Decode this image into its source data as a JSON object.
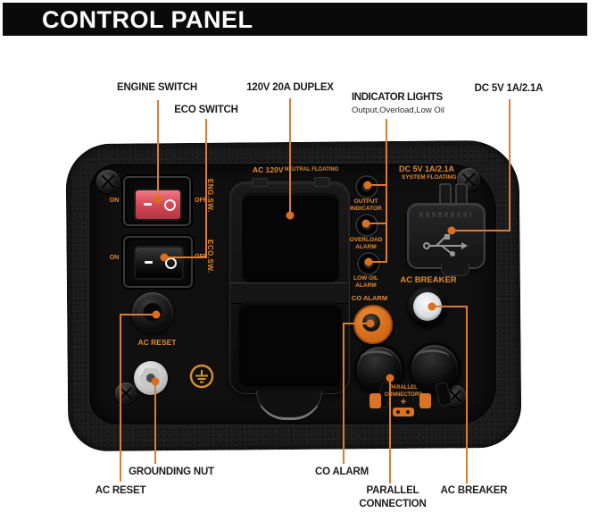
{
  "title": "CONTROL PANEL",
  "colors": {
    "accent_line": "#DC7B32",
    "accent_dot": "#DB6E20",
    "panel_print": "#E3892F",
    "label_text": "#1c1c1c",
    "engine_switch_red": "#D84A58",
    "breaker_button_white": "#EDEFF2",
    "co_ring_orange": "#D8731F",
    "panel_black": "#101010"
  },
  "callouts": {
    "engine_switch": "ENGINE SWITCH",
    "eco_switch": "ECO SWITCH",
    "duplex": "120V 20A DUPLEX",
    "indicator_lights": "INDICATOR LIGHTS",
    "indicator_lights_sub": "Output,Overload,Low Oil",
    "dc": "DC 5V 1A/2.1A",
    "ac_reset": "AC RESET",
    "grounding_nut": "GROUNDING NUT",
    "co_alarm": "CO ALARM",
    "parallel_line1": "PARALLEL",
    "parallel_line2": "CONNECTION",
    "ac_breaker": "AC BREAKER"
  },
  "panel": {
    "ac_bold": "AC 120V",
    "ac_small": "NEUTRAL FLOATING",
    "dc_bold": "DC 5V 1A/2.1A",
    "dc_small": "SYSTEM FLOATING",
    "on_label": "ON",
    "off_label": "OFF",
    "eng_sw": "ENG.SW.",
    "eco_sw": "ECO.SW.",
    "ac_reset": "AC RESET",
    "indicators": [
      {
        "line1": "OUTPUT",
        "line2": "INDICATOR"
      },
      {
        "line1": "OVERLOAD",
        "line2": "ALARM"
      },
      {
        "line1": "LOW OIL",
        "line2": "ALARM"
      }
    ],
    "ac_breaker": "AC BREAKER",
    "co_alarm": "CO ALARM",
    "parallel_line1": "PARALLEL",
    "parallel_line2": "CONNECTORS",
    "plus": "+"
  }
}
